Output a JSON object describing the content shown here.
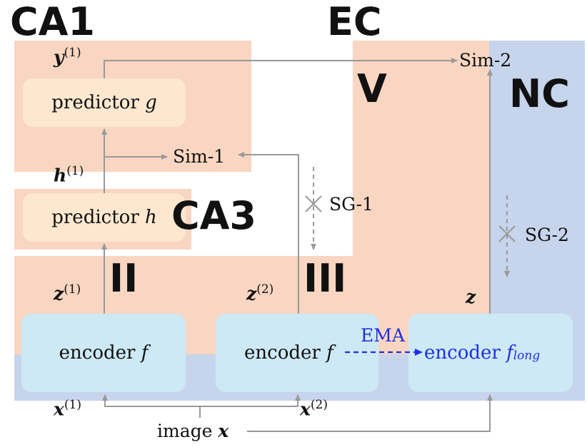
{
  "colors": {
    "peach": "#f8d6c1",
    "blue": "#c6d4ec",
    "predictor_box": "#fde8cf",
    "encoder_box": "#cde9f5",
    "arrow": "#999999",
    "ema": "#1f2ee0"
  },
  "headings": {
    "ca1": "CA1",
    "ec": "EC",
    "v": "V",
    "nc": "NC",
    "ca3": "CA3",
    "ii": "II",
    "iii": "III"
  },
  "boxes": {
    "predictor_g": {
      "text": "predictor",
      "var": "g"
    },
    "predictor_h": {
      "text": "predictor",
      "var": "h"
    },
    "encoder_1": {
      "text": "encoder",
      "var": "f"
    },
    "encoder_2": {
      "text": "encoder",
      "var": "f"
    },
    "encoder_long": {
      "text": "encoder",
      "var": "f",
      "sub": "long"
    }
  },
  "variables": {
    "y1": {
      "sym": "y",
      "sup": "(1)"
    },
    "h1": {
      "sym": "h",
      "sup": "(1)"
    },
    "z1": {
      "sym": "z",
      "sup": "(1)"
    },
    "z2": {
      "sym": "z",
      "sup": "(2)"
    },
    "z": {
      "sym": "z"
    },
    "x1": {
      "sym": "x",
      "sup": "(1)"
    },
    "x2": {
      "sym": "x",
      "sup": "(2)"
    }
  },
  "nodes": {
    "sim1": "Sim-1",
    "sim2": "Sim-2",
    "sg1": "SG-1",
    "sg2": "SG-2",
    "ema": "EMA",
    "image": "image",
    "image_var": "x"
  }
}
